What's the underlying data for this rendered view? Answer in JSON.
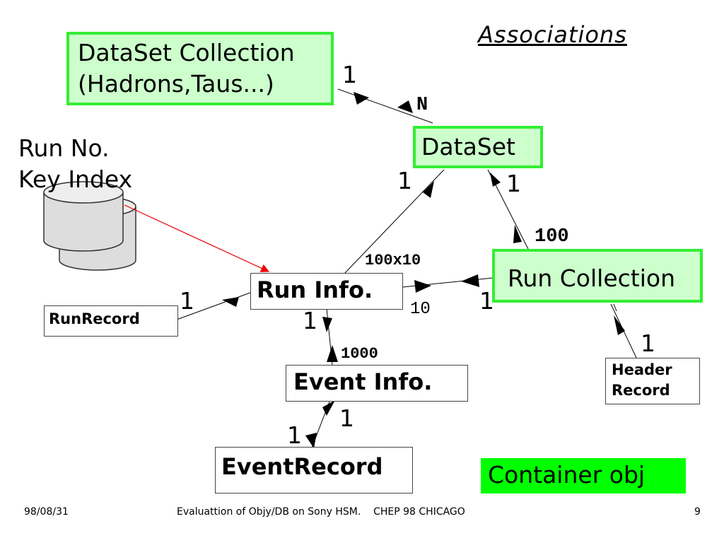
{
  "title": "Associations",
  "nodes": {
    "dataset_collection": {
      "line1": "DataSet Collection",
      "line2": "(Hadrons,Taus...)"
    },
    "dataset": "DataSet",
    "run_index": {
      "line1": "Run No.",
      "line2": "Key Index"
    },
    "run_info": "Run Info.",
    "run_collection": "Run Collection",
    "run_record": "RunRecord",
    "event_info": "Event Info.",
    "event_record": "EventRecord",
    "header_record": {
      "line1": "Header",
      "line2": "Record"
    },
    "container_obj": "Container obj"
  },
  "cardinalities": {
    "dsc_one": "1",
    "dsc_n": "N",
    "ds_to_runinfo_one": "1",
    "ds_to_runcoll_one": "1",
    "runcoll_100": "100",
    "runinfo_100x10": "100x10",
    "runinfo_to_runrecord_one": "1",
    "runinfo_to_event_one": "1",
    "event_1000": "1000",
    "runinfo_10": "10",
    "runcoll_to_runinfo_one": "1",
    "header_one": "1",
    "event_to_record_one_a": "1",
    "event_to_record_one_b": "1"
  },
  "colors": {
    "container_fill": "#ccffcc",
    "container_border": "#33ee33",
    "legend_fill": "#00ff00",
    "index_arrow": "#ee0000"
  },
  "footer": {
    "date": "98/08/31",
    "center": "Evaluattion of Objy/DB on Sony HSM.    CHEP 98 CHICAGO",
    "page": "9"
  }
}
